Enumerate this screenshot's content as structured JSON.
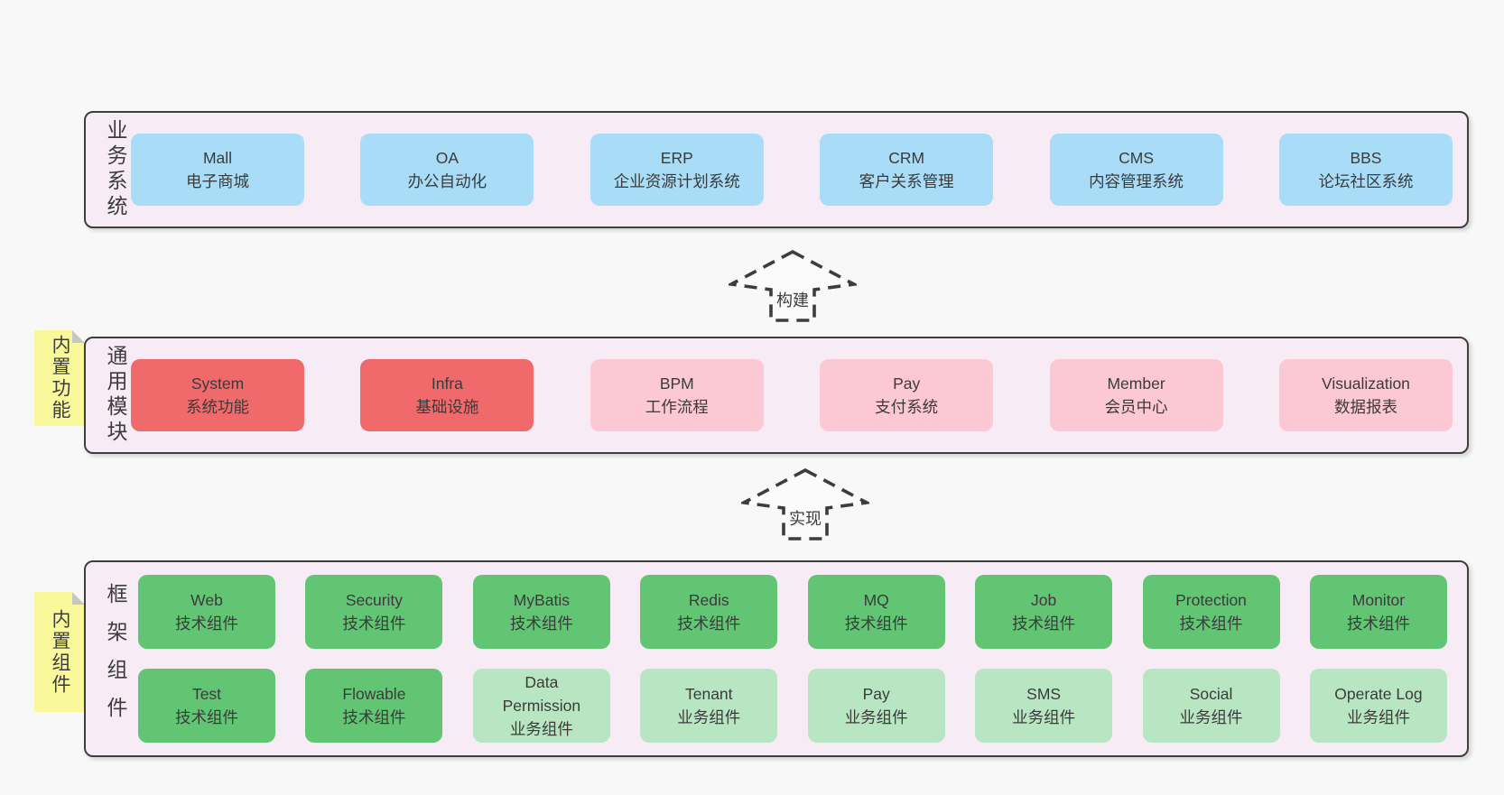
{
  "colors": {
    "page_bg": "#f8f8f8",
    "band_bg": "#f7ecf5",
    "band_border": "#3f3f3f",
    "box_blue": "#a9dcf6",
    "box_red": "#f0696b",
    "box_pink": "#fcc8d3",
    "box_green": "#61c574",
    "box_light_green": "#b9e6c2",
    "sticky_yellow": "#f9f89b",
    "text": "#3b3b3b"
  },
  "arrows": [
    {
      "label": "构建"
    },
    {
      "label": "实现"
    }
  ],
  "stickies": [
    {
      "label": "内置功能"
    },
    {
      "label": "内置组件"
    }
  ],
  "bands": [
    {
      "label": "业务系统",
      "boxes": [
        {
          "name": "Mall",
          "desc": "电子商城"
        },
        {
          "name": "OA",
          "desc": "办公自动化"
        },
        {
          "name": "ERP",
          "desc": "企业资源计划系统"
        },
        {
          "name": "CRM",
          "desc": "客户关系管理"
        },
        {
          "name": "CMS",
          "desc": "内容管理系统"
        },
        {
          "name": "BBS",
          "desc": "论坛社区系统"
        }
      ]
    },
    {
      "label": "通用模块",
      "boxes": [
        {
          "name": "System",
          "desc": "系统功能"
        },
        {
          "name": "Infra",
          "desc": "基础设施"
        },
        {
          "name": "BPM",
          "desc": "工作流程"
        },
        {
          "name": "Pay",
          "desc": "支付系统"
        },
        {
          "name": "Member",
          "desc": "会员中心"
        },
        {
          "name": "Visualization",
          "desc": "数据报表"
        }
      ]
    },
    {
      "label": "框架组件",
      "rows": [
        [
          {
            "name": "Web",
            "desc": "技术组件"
          },
          {
            "name": "Security",
            "desc": "技术组件"
          },
          {
            "name": "MyBatis",
            "desc": "技术组件"
          },
          {
            "name": "Redis",
            "desc": "技术组件"
          },
          {
            "name": "MQ",
            "desc": "技术组件"
          },
          {
            "name": "Job",
            "desc": "技术组件"
          },
          {
            "name": "Protection",
            "desc": "技术组件"
          },
          {
            "name": "Monitor",
            "desc": "技术组件"
          }
        ],
        [
          {
            "name": "Test",
            "desc": "技术组件"
          },
          {
            "name": "Flowable",
            "desc": "技术组件"
          },
          {
            "name": "Data Permission",
            "desc": "业务组件"
          },
          {
            "name": "Tenant",
            "desc": "业务组件"
          },
          {
            "name": "Pay",
            "desc": "业务组件"
          },
          {
            "name": "SMS",
            "desc": "业务组件"
          },
          {
            "name": "Social",
            "desc": "业务组件"
          },
          {
            "name": "Operate Log",
            "desc": "业务组件"
          }
        ]
      ]
    }
  ]
}
